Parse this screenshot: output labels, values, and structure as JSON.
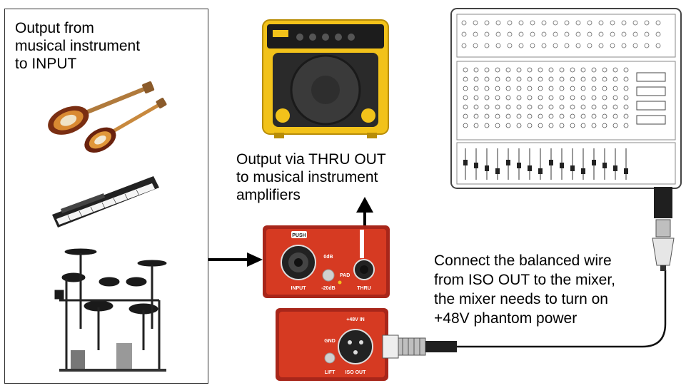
{
  "captions": {
    "input": [
      "Output from",
      "musical instrument",
      "to INPUT"
    ],
    "thru": [
      "Output via THRU OUT",
      "to musical instrument",
      "amplifiers"
    ],
    "iso": [
      "Connect the balanced wire",
      "from ISO OUT to the mixer,",
      "the mixer needs to turn on",
      "+48V phantom power"
    ]
  },
  "di_top": {
    "push": "PUSH",
    "input": "INPUT",
    "zero_db": "0dB",
    "pad": "PAD",
    "minus20": "-20dB",
    "thru": "THRU"
  },
  "di_bottom": {
    "phantom": "+48V IN",
    "gnd": "GND",
    "lift": "LIFT",
    "iso_out": "ISO OUT"
  },
  "colors": {
    "di_red": "#d63a22",
    "di_red_dark": "#a8261a",
    "amp_yellow": "#f2c21a",
    "arrow": "#000000"
  }
}
